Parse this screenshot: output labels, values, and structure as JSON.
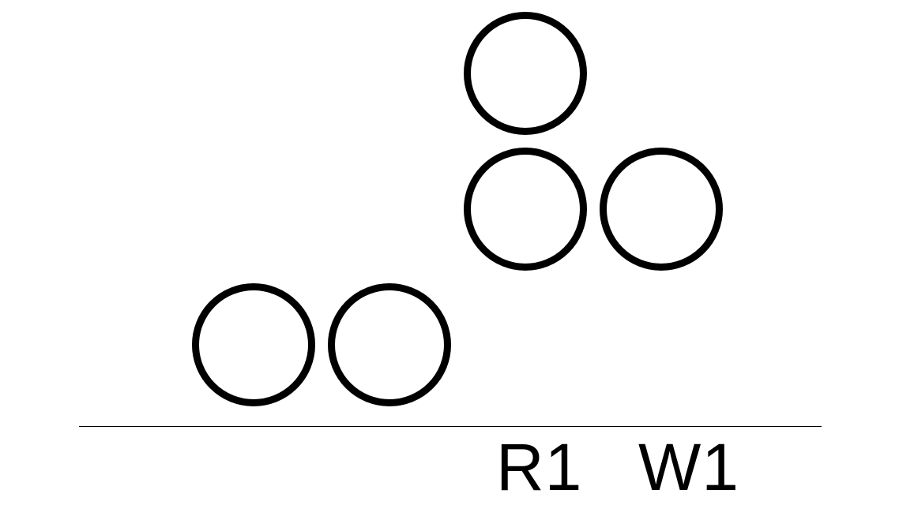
{
  "colors": {
    "background": "#ffffff",
    "stroke": "#000000"
  },
  "labels": {
    "r1": "R1",
    "w1": "W1"
  },
  "rings": {
    "count": 5
  }
}
